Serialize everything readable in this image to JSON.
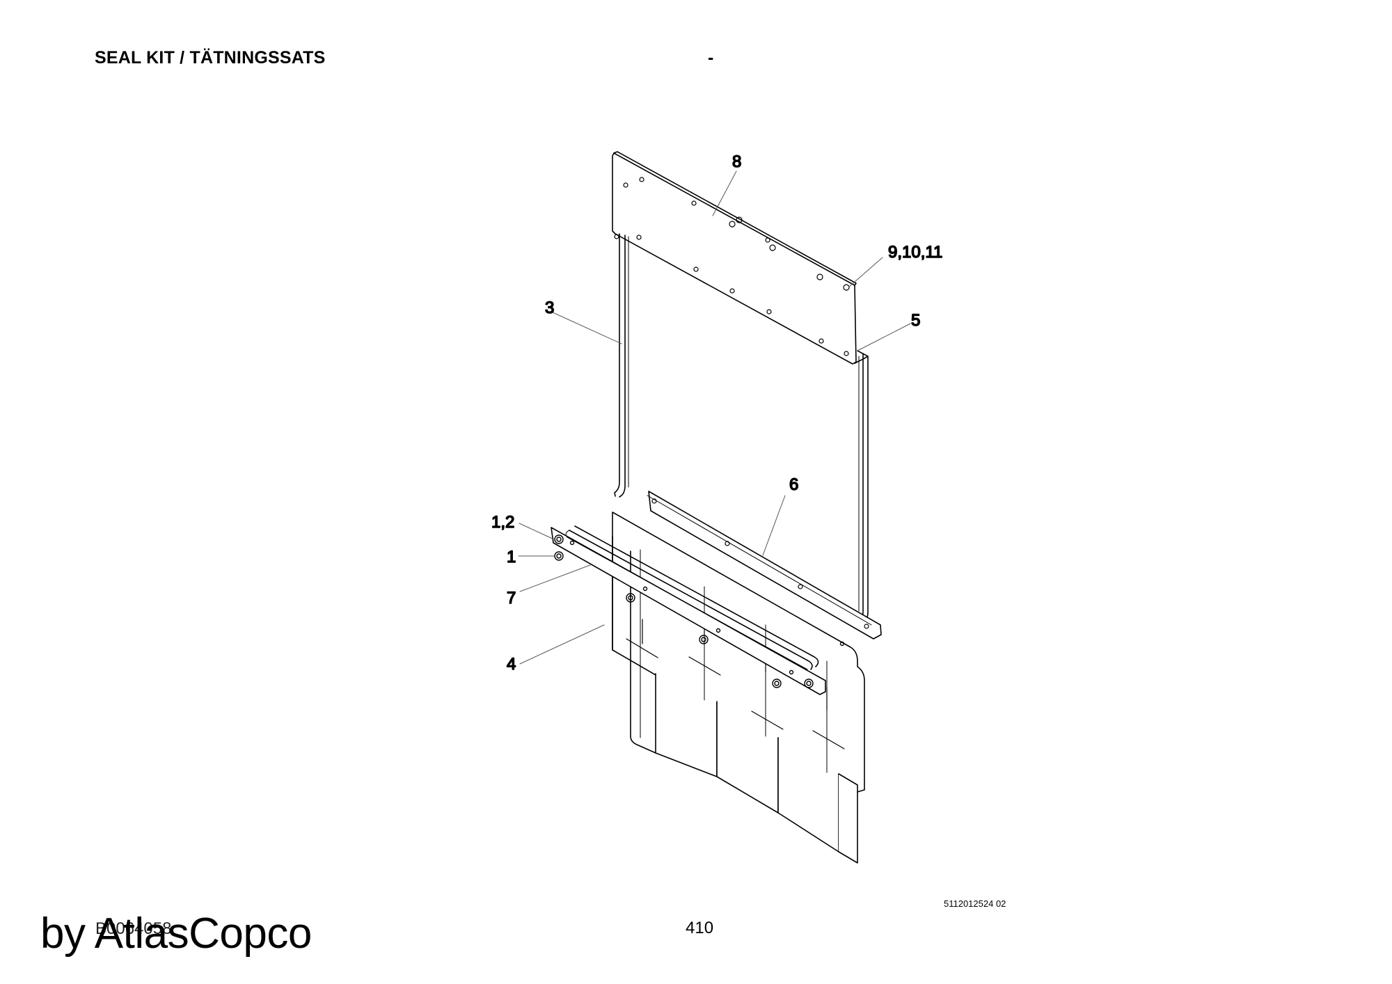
{
  "header": {
    "title": "SEAL KIT / TÄTNINGSSATS",
    "separator": "-"
  },
  "diagram": {
    "callouts": {
      "c8": "8",
      "c91011": "9,10,11",
      "c3": "3",
      "c5": "5",
      "c6": "6",
      "c12": "1,2",
      "c1": "1",
      "c7": "7",
      "c4": "4"
    }
  },
  "footer": {
    "drawing_number": "5112012524 02",
    "doc_code": "B0064058",
    "page_number": "410",
    "brand": "by AtlasCopco"
  }
}
